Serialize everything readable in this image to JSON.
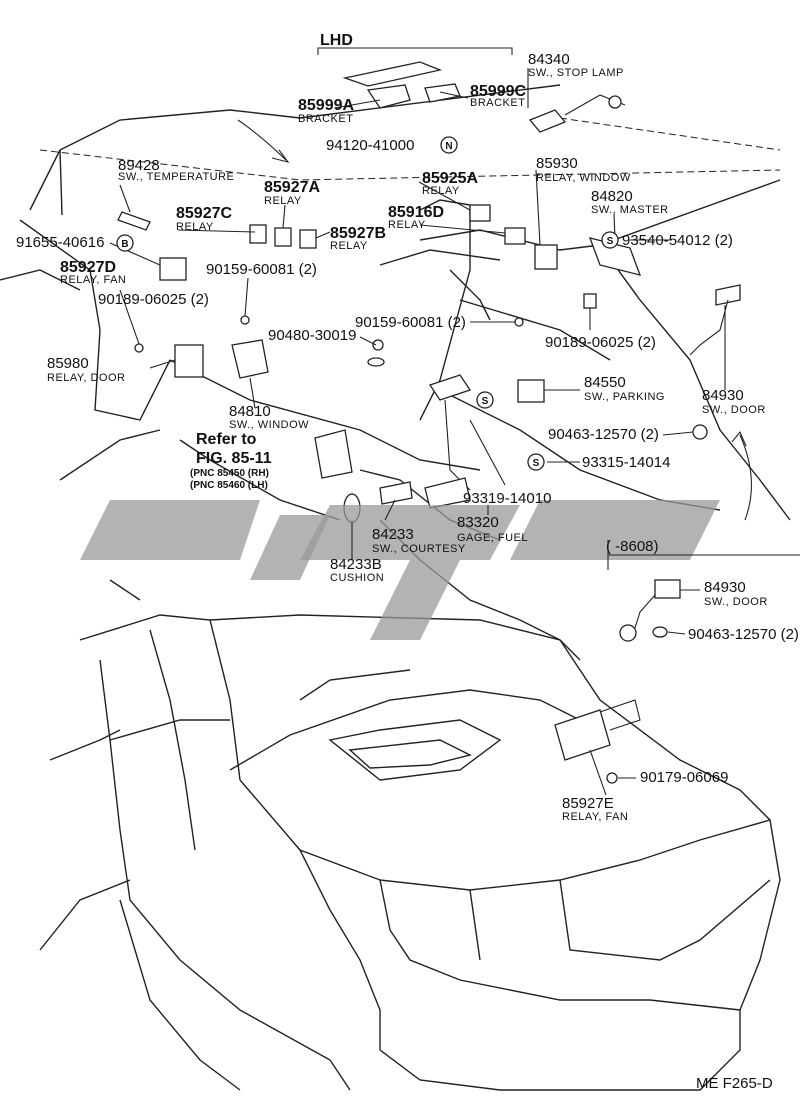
{
  "lhd_label": "LHD",
  "parts": [
    {
      "key": "p84340",
      "number": "84340",
      "name": "SW., STOP LAMP"
    },
    {
      "key": "p85999c",
      "number": "85999C",
      "name": "BRACKET"
    },
    {
      "key": "p85999a",
      "number": "85999A",
      "name": "BRACKET"
    },
    {
      "key": "p94120",
      "number": "94120-41000",
      "name": ""
    },
    {
      "key": "p85930",
      "number": "85930",
      "name": "RELAY, WINDOW"
    },
    {
      "key": "p85925a",
      "number": "85925A",
      "name": "RELAY"
    },
    {
      "key": "p89428",
      "number": "89428",
      "name": "SW., TEMPERATURE"
    },
    {
      "key": "p85927a",
      "number": "85927A",
      "name": "RELAY"
    },
    {
      "key": "p84820",
      "number": "84820",
      "name": "SW., MASTER"
    },
    {
      "key": "p85927c",
      "number": "85927C",
      "name": "RELAY"
    },
    {
      "key": "p85916d",
      "number": "85916D",
      "name": "RELAY"
    },
    {
      "key": "p85927b",
      "number": "85927B",
      "name": "RELAY"
    },
    {
      "key": "p93540",
      "number": "93540-54012 (2)",
      "name": ""
    },
    {
      "key": "p91655",
      "number": "91655-40616",
      "name": ""
    },
    {
      "key": "p85927d",
      "number": "85927D",
      "name": "RELAY, FAN"
    },
    {
      "key": "p90159a",
      "number": "90159-60081 (2)",
      "name": ""
    },
    {
      "key": "p90189a",
      "number": "90189-06025 (2)",
      "name": ""
    },
    {
      "key": "p90159b",
      "number": "90159-60081 (2)",
      "name": ""
    },
    {
      "key": "p90480",
      "number": "90480-30019",
      "name": ""
    },
    {
      "key": "p90189b",
      "number": "90189-06025 (2)",
      "name": ""
    },
    {
      "key": "p85980",
      "number": "85980",
      "name": "RELAY, DOOR"
    },
    {
      "key": "p84550",
      "number": "84550",
      "name": "SW., PARKING"
    },
    {
      "key": "p84810",
      "number": "84810",
      "name": "SW., WINDOW"
    },
    {
      "key": "p84930a",
      "number": "84930",
      "name": "SW., DOOR"
    },
    {
      "key": "p90463a",
      "number": "90463-12570 (2)",
      "name": ""
    },
    {
      "key": "p93315",
      "number": "93315-14014",
      "name": ""
    },
    {
      "key": "p93319",
      "number": "93319-14010",
      "name": ""
    },
    {
      "key": "p83320",
      "number": "83320",
      "name": "GAGE, FUEL"
    },
    {
      "key": "p84233",
      "number": "84233",
      "name": "SW., COURTESY"
    },
    {
      "key": "p84233b",
      "number": "84233B",
      "name": "CUSHION"
    },
    {
      "key": "p84930b",
      "number": "84930",
      "name": "SW., DOOR"
    },
    {
      "key": "p90463b",
      "number": "90463-12570 (2)",
      "name": ""
    },
    {
      "key": "p90179",
      "number": "90179-06069",
      "name": ""
    },
    {
      "key": "p85927e",
      "number": "85927E",
      "name": "RELAY, FAN"
    }
  ],
  "reference": {
    "line1": "Refer to",
    "line2": "FIG. 85-11",
    "line3": "(PNC 85450 (RH)",
    "line4": "(PNC 85460 (LH)"
  },
  "date_range": "(    -8608)",
  "markers": {
    "n": "N",
    "b": "B",
    "s": "S"
  },
  "footer": "ME  F265-D",
  "watermark_color": "#9a9a9a"
}
